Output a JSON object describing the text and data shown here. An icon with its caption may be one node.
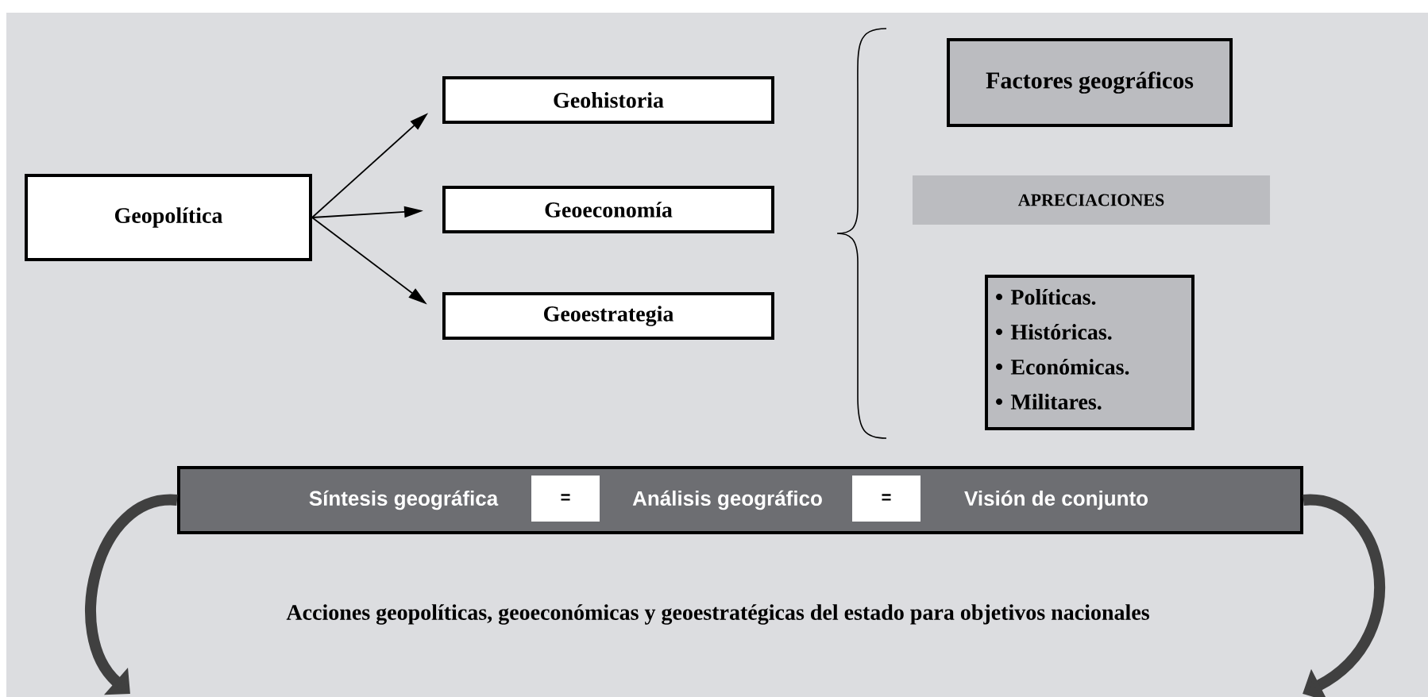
{
  "diagram": {
    "nodes": [
      {
        "text": [
          "Geopolítica"
        ]
      },
      {
        "text": [
          "Geohistoria"
        ]
      },
      {
        "text": [
          "Geoeconomía"
        ]
      },
      {
        "text": [
          "Geoestrategia"
        ]
      },
      {
        "text": [
          "Factores geográficos"
        ]
      },
      {
        "text": [
          "APRECIACIONES"
        ]
      },
      {
        "text": [
          "Políticas.",
          "Históricas.",
          "Económicas.",
          "Militares."
        ]
      },
      {
        "text": [
          "Síntesis geográfica",
          "Análisis geográfico",
          "Visión de conjunto"
        ]
      },
      {
        "text": [
          "="
        ],
        "in": 7
      },
      {
        "text": [
          "="
        ],
        "in": 7
      }
    ],
    "edges": [
      {
        "from": 0,
        "to": 1,
        "arrow": "to"
      },
      {
        "from": 0,
        "to": 2,
        "arrow": "to"
      },
      {
        "from": 0,
        "to": 3,
        "arrow": "to"
      },
      {
        "from": 7,
        "to": null,
        "arrow": "to",
        "style": "thick"
      },
      {
        "from": 7,
        "to": null,
        "arrow": "to",
        "style": "thick"
      }
    ],
    "labels": [
      "Acciones geopolíticas, geoeconómicas y geoestratégicas del estado para objetivos nacionales"
    ]
  }
}
